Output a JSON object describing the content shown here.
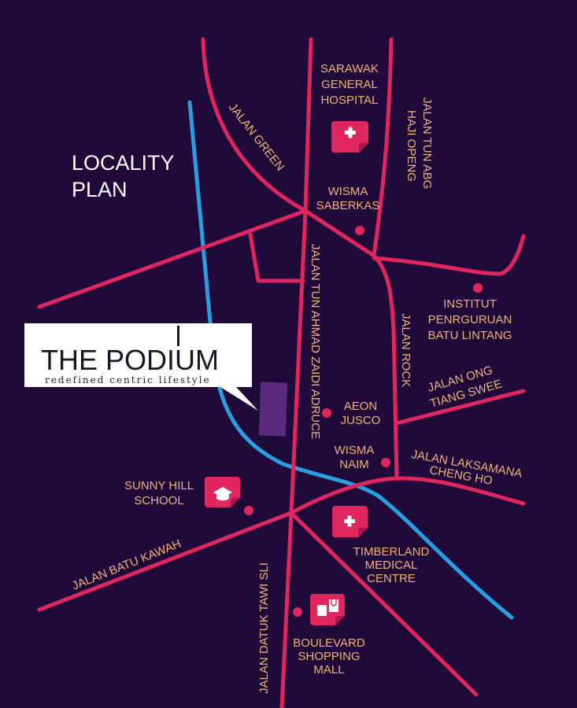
{
  "map": {
    "title_line1": "LOCALITY",
    "title_line2": "PLAN",
    "colors": {
      "background": "#1f0a3a",
      "road": "#e0265f",
      "river": "#2a9ee0",
      "label": "#f0b27a",
      "site": "#5a2a7e"
    },
    "project": {
      "name_part1": "THE PODI",
      "name_part2": "UM",
      "tagline": "redefined centric lifestyle"
    },
    "roads": [
      {
        "id": "jalan-green",
        "label": "JALAN GREEN"
      },
      {
        "id": "jalan-tun-abg-haji-openg",
        "label_line1": "JALAN TUN ABG",
        "label_line2": "HAJI OPENG"
      },
      {
        "id": "jalan-tun-ahmad-zaidi-adruce",
        "label": "JALAN TUN AHMAD ZAIDI ADRUCE"
      },
      {
        "id": "jalan-rock",
        "label": "JALAN ROCK"
      },
      {
        "id": "jalan-ong-tiang-swee",
        "label_line1": "JALAN ONG",
        "label_line2": "TIANG SWEE"
      },
      {
        "id": "jalan-laksamana-cheng-ho",
        "label_line1": "JALAN LAKSAMANA",
        "label_line2": "CHENG HO"
      },
      {
        "id": "jalan-batu-kawah",
        "label": "JALAN BATU KAWAH"
      },
      {
        "id": "jalan-datuk-tawi-sli",
        "label": "JALAN DATUK TAWI SLI"
      }
    ],
    "places": [
      {
        "id": "sarawak-general-hospital",
        "lines": [
          "SARAWAK",
          "GENERAL",
          "HOSPITAL"
        ],
        "icon": "hospital-icon"
      },
      {
        "id": "wisma-saberkas",
        "lines": [
          "WISMA",
          "SABERKAS"
        ],
        "icon": "dot"
      },
      {
        "id": "institut-penrguruan",
        "lines": [
          "INSTITUT",
          "PENRGURUAN",
          "BATU LINTANG"
        ],
        "icon": "dot"
      },
      {
        "id": "aeon-jusco",
        "lines": [
          "AEON",
          "JUSCO"
        ],
        "icon": "dot"
      },
      {
        "id": "wisma-naim",
        "lines": [
          "WISMA",
          "NAIM"
        ],
        "icon": "dot"
      },
      {
        "id": "sunny-hill-school",
        "lines": [
          "SUNNY HILL",
          "SCHOOL"
        ],
        "icon": "school-icon"
      },
      {
        "id": "timberland-medical-centre",
        "lines": [
          "TIMBERLAND",
          "MEDICAL",
          "CENTRE"
        ],
        "icon": "hospital-icon"
      },
      {
        "id": "boulevard-shopping-mall",
        "lines": [
          "BOULEVARD",
          "SHOPPING",
          "MALL"
        ],
        "icon": "shopping-icon"
      }
    ]
  }
}
